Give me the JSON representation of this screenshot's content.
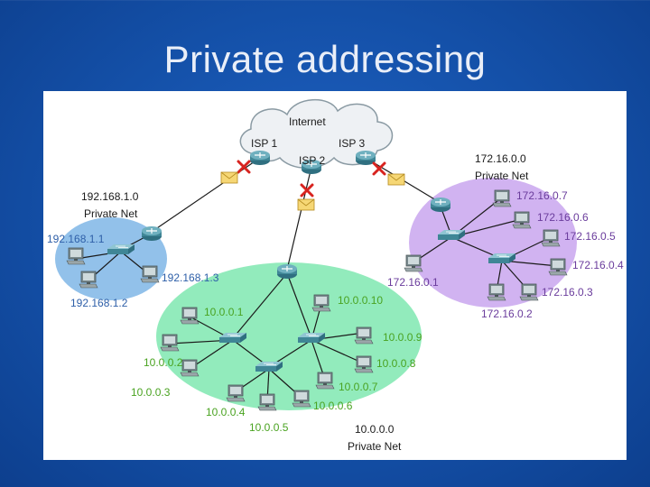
{
  "slide": {
    "title": "Private addressing"
  },
  "cloud": {
    "label": "Internet"
  },
  "isps": [
    {
      "label": "ISP 1"
    },
    {
      "label": "ISP 2"
    },
    {
      "label": "ISP 3"
    }
  ],
  "networks": {
    "net192": {
      "network": "192.168.1.0",
      "caption": "Private Net",
      "hosts": [
        "192.168.1.1",
        "192.168.1.2",
        "192.168.1.3"
      ]
    },
    "net172": {
      "network": "172.16.0.0",
      "caption": "Private Net",
      "hosts": [
        "172.16.0.7",
        "172.16.0.6",
        "172.16.0.5",
        "172.16.0.4",
        "172.16.0.3",
        "172.16.0.2",
        "172.16.0.1"
      ]
    },
    "net10": {
      "network": "10.0.0.0",
      "caption": "Private Net",
      "hosts": [
        "10.0.0.1",
        "10.0.0.2",
        "10.0.0.3",
        "10.0.0.4",
        "10.0.0.5",
        "10.0.0.6",
        "10.0.0.7",
        "10.0.0.8",
        "10.0.0.9",
        "10.0.0.10"
      ]
    }
  },
  "colors": {
    "background": "#1450a8",
    "zone_blue": "#7fb6e6",
    "zone_green": "#7fe8b0",
    "zone_purple": "#c9a6ee",
    "blocked_mark": "#d8231f",
    "link": "#1a1a1a"
  },
  "icons": [
    "router-icon",
    "switch-icon",
    "pc-icon",
    "envelope-icon",
    "blocked-x-icon",
    "cloud-icon"
  ]
}
